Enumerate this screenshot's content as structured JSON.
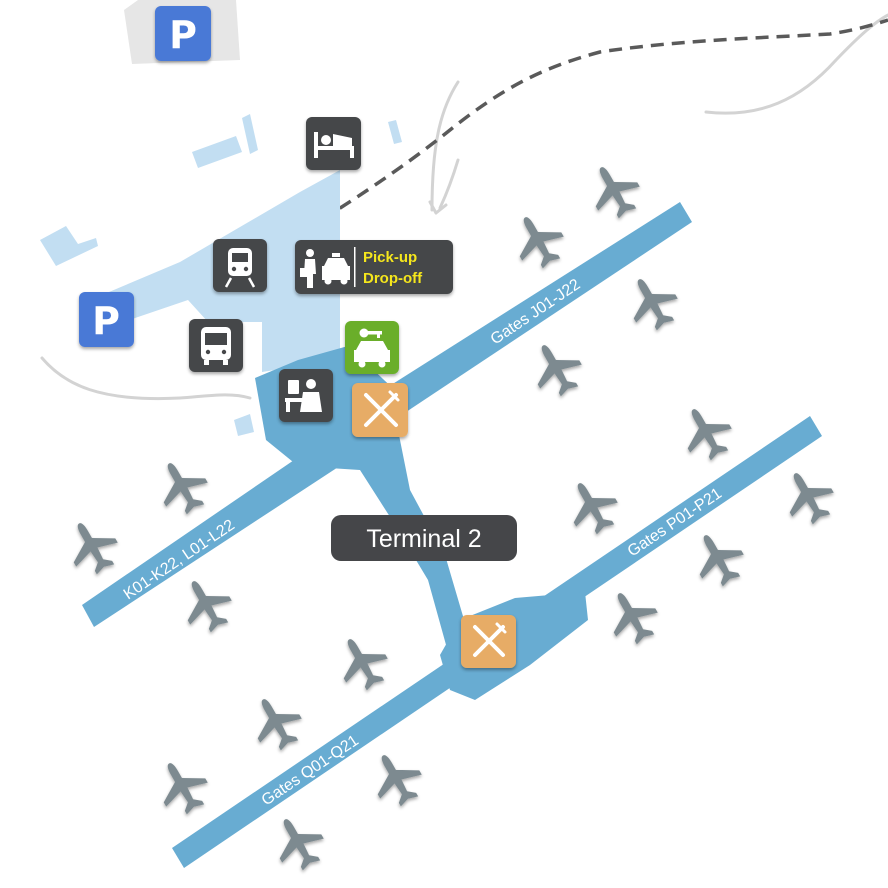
{
  "terminal": {
    "name": "Terminal 2"
  },
  "piers": {
    "j": {
      "label": "Gates J01-J22"
    },
    "k": {
      "label": "K01-K22,  L01-L22"
    },
    "p": {
      "label": "Gates P01-P21"
    },
    "q": {
      "label": "Gates Q01-Q21"
    }
  },
  "parking": {
    "north_letter": "P",
    "west_letter": "P"
  },
  "pickup": {
    "line1": "Pick-up",
    "line2": "Drop-off"
  },
  "icons": {
    "hotel": "bed-icon",
    "train": "train-icon",
    "bus": "bus-icon",
    "car_rental": "car-rental-icon",
    "restaurant": "fork-knife-icon",
    "passport_control": "passport-control-icon",
    "parking": "parking-icon",
    "airplane": "airplane-icon"
  },
  "colors": {
    "pier": "#68acd2",
    "landside": "#c2def2",
    "icon_dark": "#454649",
    "parking_blue": "#4a79d6",
    "car_rental_green": "#6aae2c",
    "restaurant_tan": "#e7ac66",
    "airplane_gray": "#7d8a90",
    "road": "#d3d3d3",
    "rail": "#5a5a5a",
    "pickup_text": "#f5e61e"
  }
}
